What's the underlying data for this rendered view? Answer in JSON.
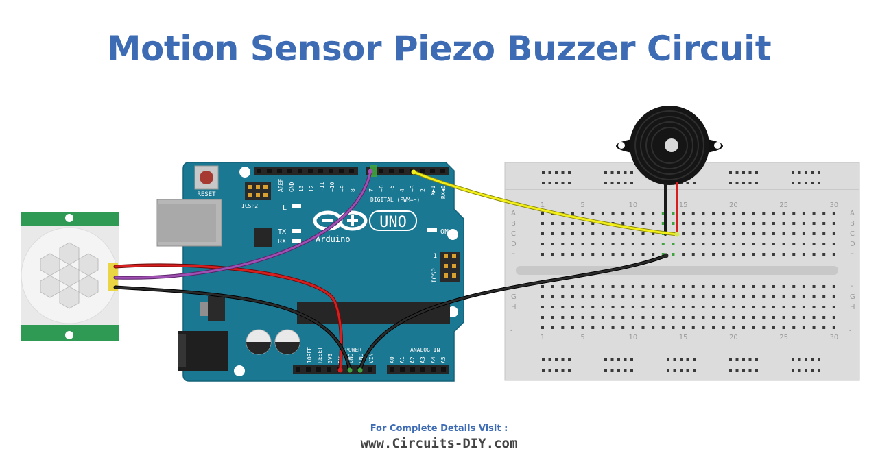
{
  "title": "Motion Sensor Piezo Buzzer Circuit",
  "footer": {
    "details_label": "For Complete Details Visit :",
    "website": "www.Circuits-DIY.com"
  },
  "arduino": {
    "reset_label": "RESET",
    "icsp2_label": "ICSP2",
    "aref_label": "AREF",
    "gnd_label": "GND",
    "digital_label": "DIGITAL (PWM=~)",
    "pin13": "13",
    "pin12": "12",
    "pin11": "~11",
    "pin10": "~10",
    "pin9": "~9",
    "pin8": "8",
    "pin7": "7",
    "pin6": "~6",
    "pin5": "~5",
    "pin4": "4",
    "pin3": "~3",
    "pin2": "2",
    "tx_pin": "TX▶1",
    "rx_pin": "RX◀0",
    "l_label": "L",
    "tx_label": "TX",
    "rx_label": "RX",
    "uno_label": "UNO",
    "brand_label": "Arduino",
    "on_label": "ON",
    "icsp_label": "ICSP",
    "icsp_one": "1",
    "power_label": "POWER",
    "analog_label": "ANALOG IN",
    "ioref": "IOREF",
    "reset_pin": "RESET",
    "v33": "3V3",
    "v5": "5V",
    "gnd1": "GND",
    "gnd2": "GND",
    "vin": "VIN",
    "a0": "A0",
    "a1": "A1",
    "a2": "A2",
    "a3": "A3",
    "a4": "A4",
    "a5": "A5"
  },
  "breadboard": {
    "column_labels": [
      "1",
      "5",
      "10",
      "15",
      "20",
      "25",
      "30"
    ],
    "row_labels_top": [
      "A",
      "B",
      "C",
      "D",
      "E"
    ],
    "row_labels_bottom": [
      "F",
      "G",
      "H",
      "I",
      "J"
    ]
  },
  "colors": {
    "title": "#3d6cb5",
    "arduino_board": "#1b7892",
    "pir_board": "#2f9a53",
    "wire_red": "#d81f1f",
    "wire_black": "#1a1a1a",
    "wire_purple": "#a04fb2",
    "wire_yellow": "#f2ef1a",
    "breadboard": "#dcdcdc"
  }
}
